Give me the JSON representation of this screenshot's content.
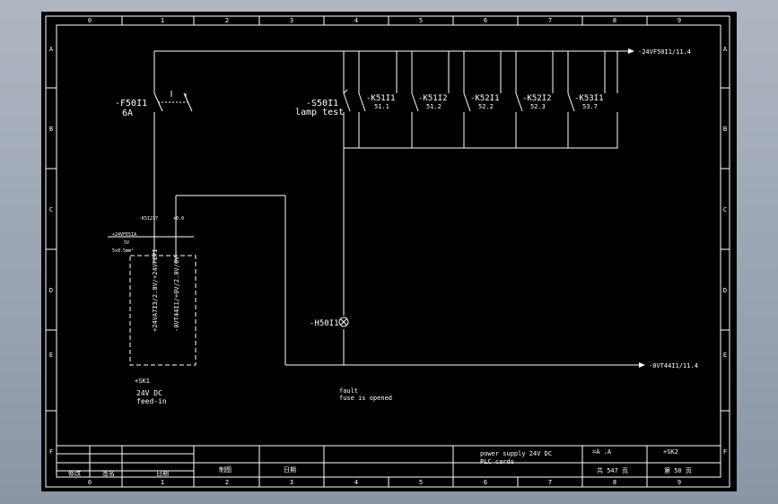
{
  "frame": {
    "columns": [
      "0",
      "1",
      "2",
      "3",
      "4",
      "5",
      "6",
      "7",
      "8",
      "9"
    ],
    "rows": [
      "A",
      "B",
      "C",
      "D",
      "E",
      "F"
    ]
  },
  "feed": {
    "breaker_id": "-F50I1",
    "breaker_rating": "6A",
    "card_tag_top": "-K5I2I7",
    "card_tag_right": "+0.0",
    "card_tag_small1": "+24VFE5IA",
    "card_tag_small2": "5V",
    "card_tag_small3": "5x0.5mm²",
    "card_signal_1": "+24VA7I3/2.0V/+24VFE7I",
    "card_signal_2": "-0VT44I1/+0V/2.0V/0V",
    "location": "+SK1",
    "caption_line1": "24V DC",
    "caption_line2": "feed-in"
  },
  "test": {
    "switch_id": "-S50I1",
    "switch_label": "lamp test",
    "relays": [
      {
        "id": "-K51I1",
        "ref": "51.1"
      },
      {
        "id": "-K51I2",
        "ref": "51.2"
      },
      {
        "id": "-K52I1",
        "ref": "52.2"
      },
      {
        "id": "-K52I2",
        "ref": "52.3"
      },
      {
        "id": "-K53I1",
        "ref": "53.7"
      }
    ],
    "output_top": "-24VF50I1/11.4",
    "output_bottom": "-0VT44I1/11.4"
  },
  "lamp": {
    "id": "-H50I1",
    "note_line1": "fault",
    "note_line2": "fuse is opened"
  },
  "title_block": {
    "col_labels": [
      "修改",
      "签名",
      "日期",
      "制图",
      "日期"
    ],
    "description_line1": "power supply 24V DC",
    "description_line2": "PLC cards",
    "drawing_code": "=A  .A",
    "location": "+SK2",
    "total_label": "共  547  页",
    "page_label": "第 50 页"
  }
}
